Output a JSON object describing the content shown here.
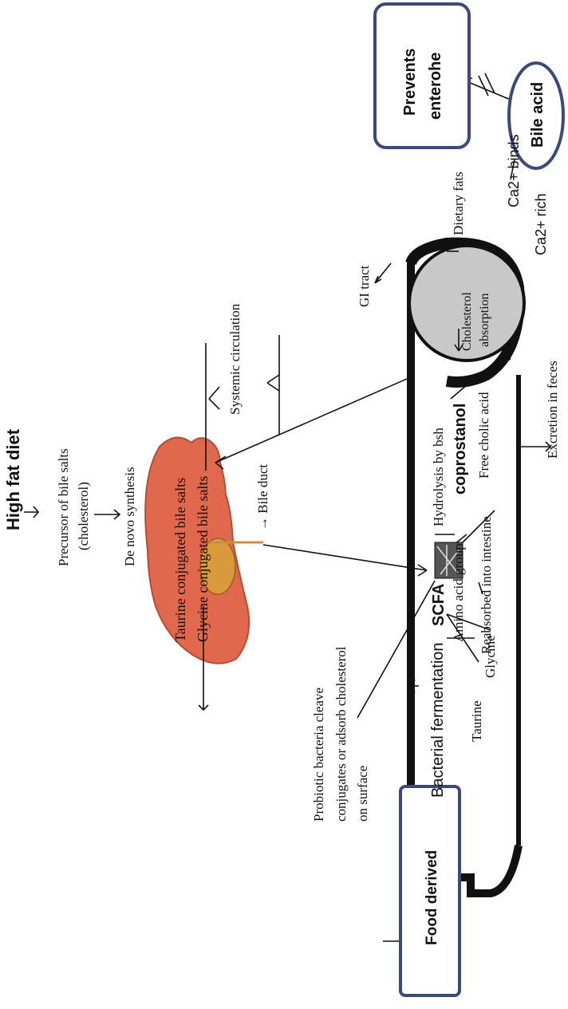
{
  "labels": {
    "high_fat_diet": "High fat diet",
    "precursor_line1": "Precursor of bile salts",
    "precursor_line2": "(cholesterol)",
    "de_novo": "De novo synthesis",
    "taurine_conj": "Taurine conjugated bile salts",
    "glycine_conj": "Glycine conjugated bile salts",
    "bile_duct": "→ Bile duct",
    "systemic": "Systemic circulation",
    "gi_tract": "GI tract",
    "dietary_fats": "Dietary fats",
    "cholesterol_abs1": "Cholesterol",
    "cholesterol_abs2": "absorption",
    "hydrolysis": "Hydrolysis by bsh",
    "coprostanol": "coprostanol",
    "free_cholic": "Free cholic acid",
    "excretion": "Excretion in feces",
    "amino_acid": "Amino acid group",
    "reabsorbed": "Reabsorbed into intestine",
    "taurine": "Taurine",
    "glycine": "Glycine",
    "bacterial_ferm": "Bacterial fermentation",
    "scfa": "SCFA",
    "probiotic1": "Probiotic bacteria cleave",
    "probiotic2": "conjugates or adsorb cholesterol",
    "probiotic3": "on surface",
    "food_derived": "Food derived",
    "prevents1": "Prevents",
    "prevents2": "enterohe",
    "bile_acid": "Bile acid",
    "ca_binds": "Ca2+ binds",
    "ca_rich": "Ca2+ rich"
  },
  "colors": {
    "box_border": "#3b4a7a",
    "liver": "#e0684c",
    "liver_dark": "#b94a34",
    "gallbladder": "#d89a3c",
    "absorption_fill": "#c8c8c8",
    "line": "#111111"
  }
}
